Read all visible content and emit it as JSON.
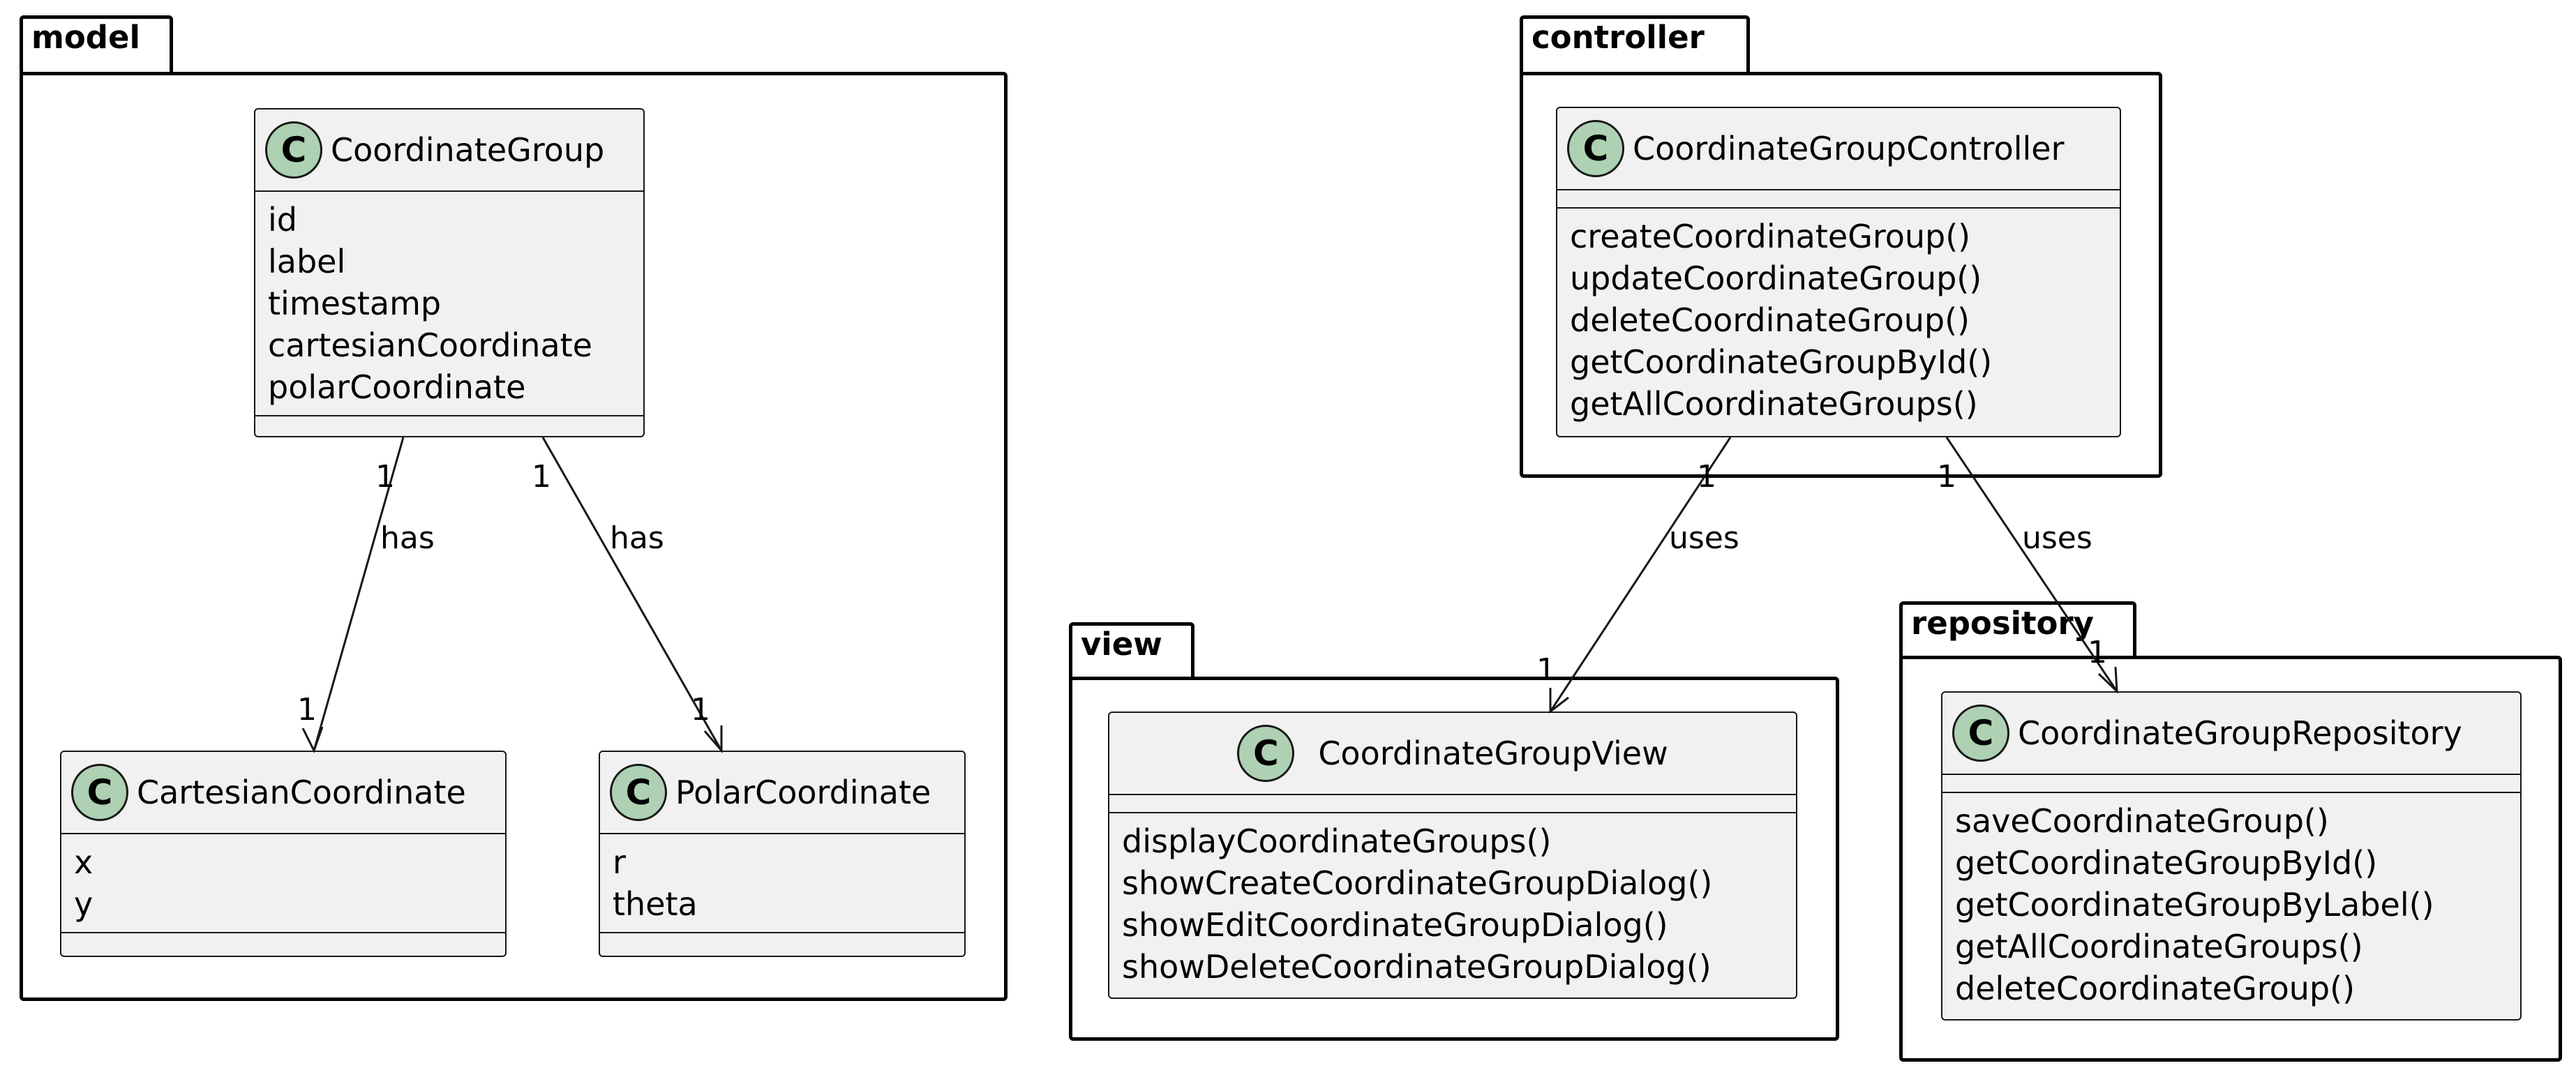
{
  "packages": {
    "model": "model",
    "controller": "controller",
    "view": "view",
    "repository": "repository"
  },
  "classes": {
    "coordinate_group": {
      "badge": "C",
      "name": "CoordinateGroup",
      "attributes": [
        "id",
        "label",
        "timestamp",
        "cartesianCoordinate",
        "polarCoordinate"
      ],
      "methods": []
    },
    "cartesian_coordinate": {
      "badge": "C",
      "name": "CartesianCoordinate",
      "attributes": [
        "x",
        "y"
      ],
      "methods": []
    },
    "polar_coordinate": {
      "badge": "C",
      "name": "PolarCoordinate",
      "attributes": [
        "r",
        "theta"
      ],
      "methods": []
    },
    "coordinate_group_controller": {
      "badge": "C",
      "name": "CoordinateGroupController",
      "attributes": [],
      "methods": [
        "createCoordinateGroup()",
        "updateCoordinateGroup()",
        "deleteCoordinateGroup()",
        "getCoordinateGroupById()",
        "getAllCoordinateGroups()"
      ]
    },
    "coordinate_group_view": {
      "badge": "C",
      "name": "CoordinateGroupView",
      "attributes": [],
      "methods": [
        "displayCoordinateGroups()",
        "showCreateCoordinateGroupDialog()",
        "showEditCoordinateGroupDialog()",
        "showDeleteCoordinateGroupDialog()"
      ]
    },
    "coordinate_group_repository": {
      "badge": "C",
      "name": "CoordinateGroupRepository",
      "attributes": [],
      "methods": [
        "saveCoordinateGroup()",
        "getCoordinateGroupById()",
        "getCoordinateGroupByLabel()",
        "getAllCoordinateGroups()",
        "deleteCoordinateGroup()"
      ]
    }
  },
  "relations": [
    {
      "from": "CoordinateGroup",
      "to": "CartesianCoordinate",
      "label": "has",
      "from_mult": "1",
      "to_mult": "1"
    },
    {
      "from": "CoordinateGroup",
      "to": "PolarCoordinate",
      "label": "has",
      "from_mult": "1",
      "to_mult": "1"
    },
    {
      "from": "CoordinateGroupController",
      "to": "CoordinateGroupView",
      "label": "uses",
      "from_mult": "1",
      "to_mult": "1"
    },
    {
      "from": "CoordinateGroupController",
      "to": "CoordinateGroupRepository",
      "label": "uses",
      "from_mult": "1",
      "to_mult": "1"
    }
  ]
}
